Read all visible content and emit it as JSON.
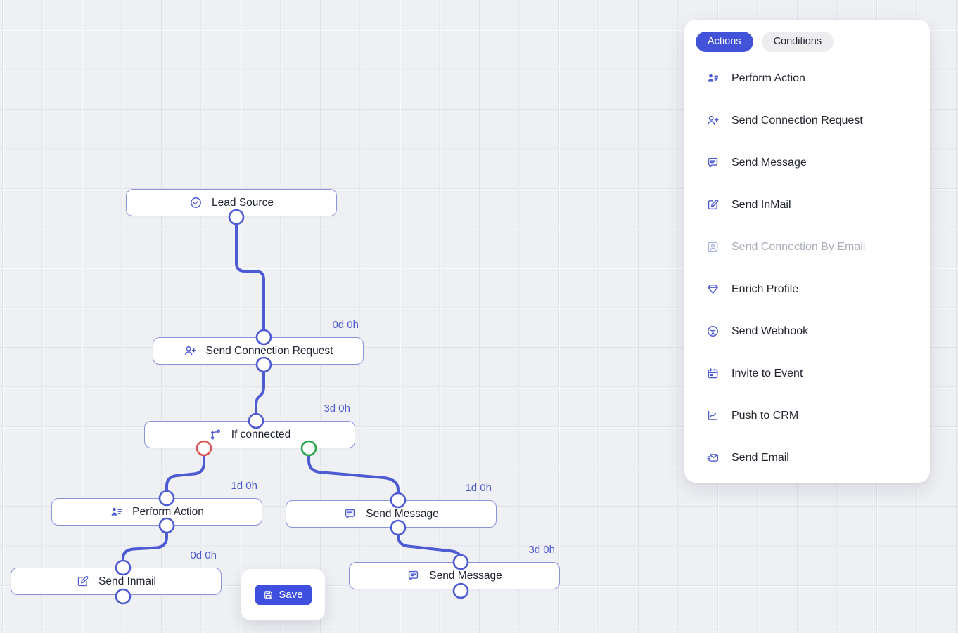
{
  "panel": {
    "tabs": [
      {
        "label": "Actions",
        "active": true
      },
      {
        "label": "Conditions",
        "active": false
      }
    ],
    "items": [
      {
        "label": "Perform Action",
        "icon": "user-list-icon",
        "disabled": false
      },
      {
        "label": "Send Connection Request",
        "icon": "user-plus-icon",
        "disabled": false
      },
      {
        "label": "Send Message",
        "icon": "message-icon",
        "disabled": false
      },
      {
        "label": "Send InMail",
        "icon": "pen-square-icon",
        "disabled": false
      },
      {
        "label": "Send Connection By Email",
        "icon": "contact-card-icon",
        "disabled": true
      },
      {
        "label": "Enrich Profile",
        "icon": "gem-icon",
        "disabled": false
      },
      {
        "label": "Send Webhook",
        "icon": "webhook-icon",
        "disabled": false
      },
      {
        "label": "Invite to Event",
        "icon": "calendar-icon",
        "disabled": false
      },
      {
        "label": "Push to CRM",
        "icon": "chart-icon",
        "disabled": false
      },
      {
        "label": "Send Email",
        "icon": "mail-send-icon",
        "disabled": false
      }
    ]
  },
  "canvas": {
    "nodes": [
      {
        "id": "lead-source",
        "label": "Lead Source",
        "icon": "check-circle-icon",
        "delay": null
      },
      {
        "id": "send-connection-request",
        "label": "Send Connection Request",
        "icon": "user-plus-icon",
        "delay": "0d 0h"
      },
      {
        "id": "if-connected",
        "label": "If connected",
        "icon": "branch-icon",
        "delay": "3d 0h"
      },
      {
        "id": "perform-action",
        "label": "Perform Action",
        "icon": "user-list-icon",
        "delay": "1d 0h"
      },
      {
        "id": "send-message-1",
        "label": "Send Message",
        "icon": "message-icon",
        "delay": "1d 0h"
      },
      {
        "id": "send-inmail",
        "label": "Send Inmail",
        "icon": "pen-square-icon",
        "delay": "0d 0h"
      },
      {
        "id": "send-message-2",
        "label": "Send Message",
        "icon": "message-icon",
        "delay": "3d 0h"
      }
    ]
  },
  "toolbar": {
    "save_label": "Save"
  },
  "colors": {
    "accent": "#4353d9",
    "wire": "#4c5ad4",
    "node_border": "#8a94db",
    "delay_text": "#4d5bd2",
    "canvas_bg": "#eef0f4",
    "grid_line": "#dfe1e8",
    "success_handle": "#2da44e",
    "failure_handle": "#d9534f",
    "save_button": "#3e4ede",
    "disabled_text": "#a9adb8"
  }
}
